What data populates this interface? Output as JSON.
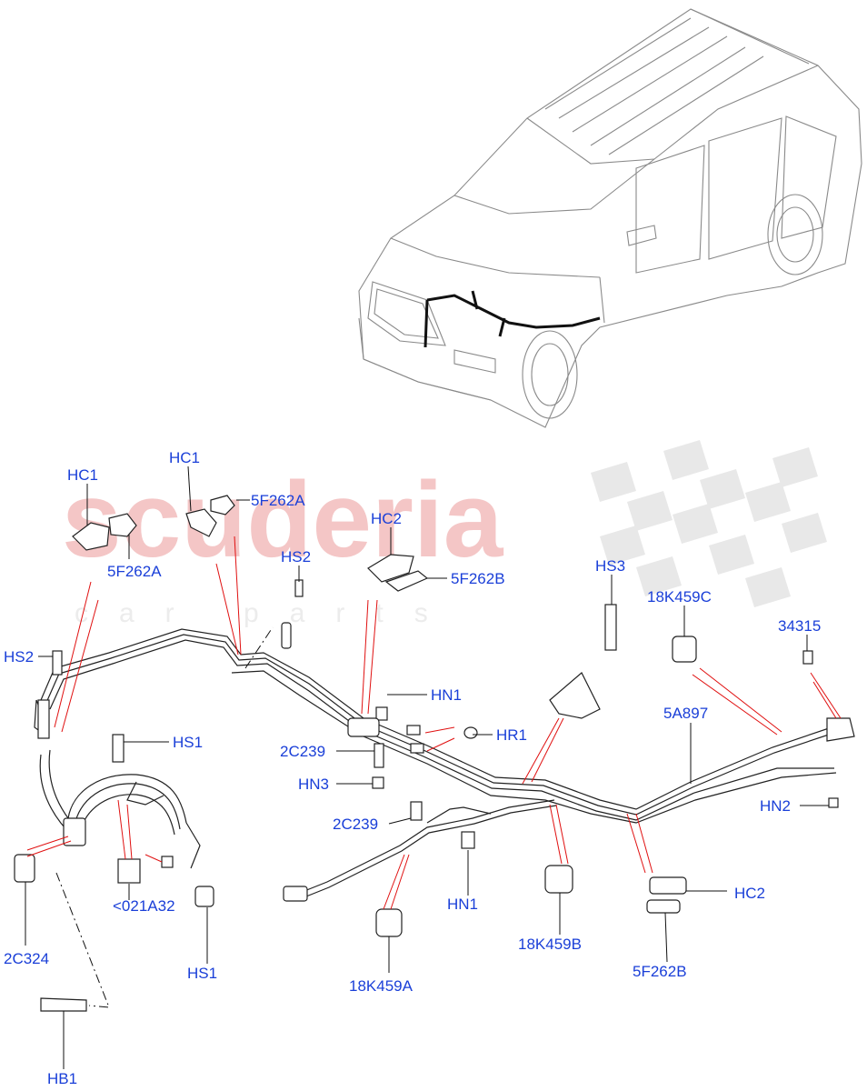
{
  "watermark": {
    "brand": "scuderia",
    "sub": "car parts",
    "brand_color": "#f4c6c6"
  },
  "label_color": "#1a3fd8",
  "callouts": {
    "hc1_left": "HC1",
    "hc1_top": "HC1",
    "f262a_top": "5F262A",
    "f262a_left": "5F262A",
    "hc2_top": "HC2",
    "f262b_top": "5F262B",
    "hs2_mid": "HS2",
    "hs3": "HS3",
    "k459c": "18K459C",
    "n34315": "34315",
    "hs2_left": "HS2",
    "hn1_top": "HN1",
    "hr1": "HR1",
    "a897": "5A897",
    "c239_top": "2C239",
    "hn3": "HN3",
    "hs1_top": "HS1",
    "hn2": "HN2",
    "c239_bottom": "2C239",
    "a32": "<021A32",
    "c324": "2C324",
    "hn1_bottom": "HN1",
    "hc2_bottom": "HC2",
    "k459b": "18K459B",
    "f262b_bottom": "5F262B",
    "k459a": "18K459A",
    "hs1_bottom": "HS1",
    "hb1": "HB1"
  }
}
